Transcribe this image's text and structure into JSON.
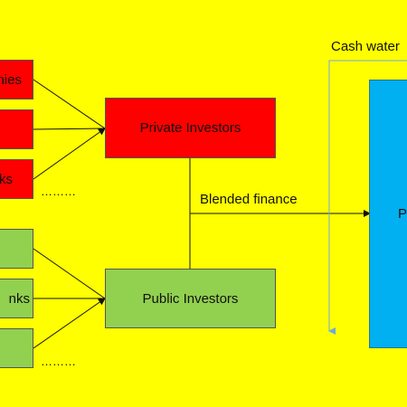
{
  "diagram": {
    "top_sources": [
      {
        "label": "nies"
      },
      {
        "label": ""
      },
      {
        "label": "ks"
      }
    ],
    "bottom_sources": [
      {
        "label": ""
      },
      {
        "label": "nks"
      },
      {
        "label": ""
      }
    ],
    "ellipsis_top": "………",
    "ellipsis_bottom": "………",
    "private_investors": "Private Investors",
    "public_investors": "Public Investors",
    "blended_finance": "Blended finance",
    "cash_waterfall": "Cash water",
    "project_box": "P",
    "colors": {
      "background": "#FFFF00",
      "private": "#FF0000",
      "public": "#92D050",
      "project": "#00B0F0",
      "waterfall_line": "#6FA8DC"
    }
  }
}
